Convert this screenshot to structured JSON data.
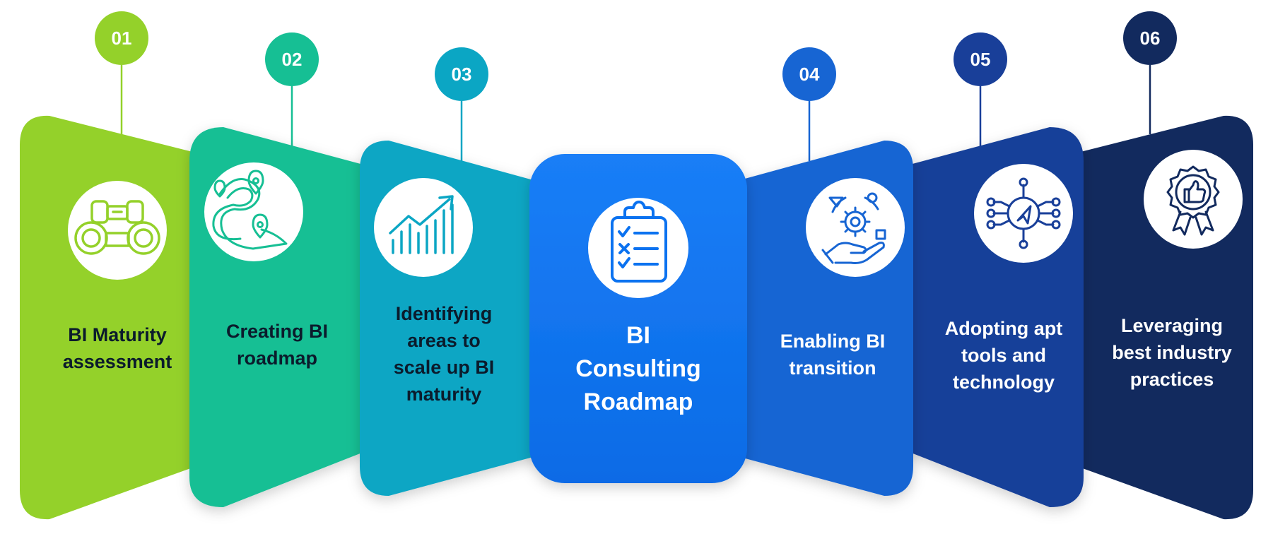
{
  "title": "BI Consulting Roadmap",
  "center": {
    "line1": "BI",
    "line2": "Consulting",
    "line3": "Roadmap",
    "icon": "clipboard-checklist-icon"
  },
  "steps": [
    {
      "number": "01",
      "line1": "BI Maturity",
      "line2": "assessment",
      "icon": "binoculars-icon",
      "color": "#94d12a"
    },
    {
      "number": "02",
      "line1": "Creating BI",
      "line2": "roadmap",
      "icon": "route-map-icon",
      "color": "#16bf94"
    },
    {
      "number": "03",
      "line1": "Identifying",
      "line2": "areas to",
      "line3": "scale up BI",
      "line4": "maturity",
      "icon": "growth-chart-icon",
      "color": "#0ba6c4"
    },
    {
      "number": "04",
      "line1": "Enabling BI",
      "line2": "transition",
      "icon": "gear-hand-icon",
      "color": "#1765d3"
    },
    {
      "number": "05",
      "line1": "Adopting apt",
      "line2": "tools and",
      "line3": "technology",
      "icon": "compass-network-icon",
      "color": "#193f99"
    },
    {
      "number": "06",
      "line1": "Leveraging",
      "line2": "best industry",
      "line3": "practices",
      "icon": "award-badge-icon",
      "color": "#122a5e"
    }
  ],
  "colors": {
    "center": "#0b72f0",
    "text_dark": "#0b1b2c",
    "text_light": "#ffffff"
  }
}
